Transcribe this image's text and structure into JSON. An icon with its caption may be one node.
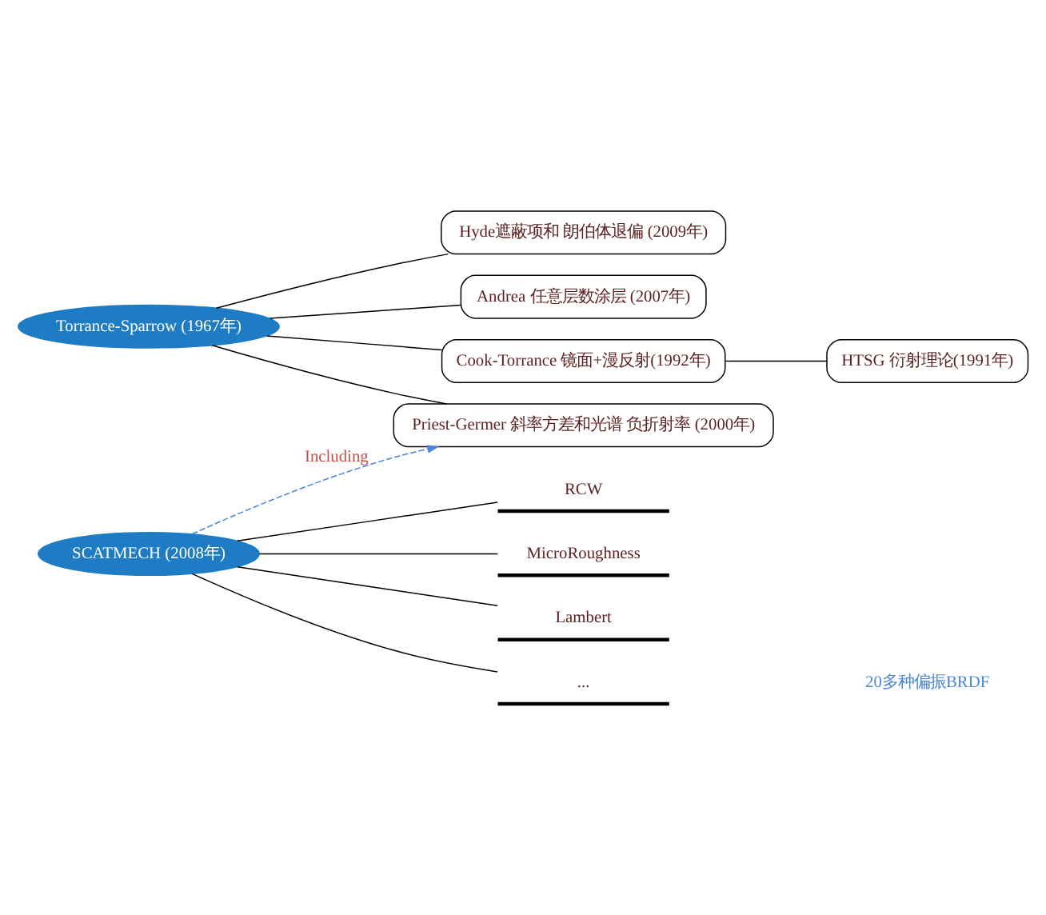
{
  "diagram": {
    "nodes": [
      {
        "text": [
          "Torrance-Sparrow (1967年)"
        ]
      },
      {
        "text": [
          "Hyde遮蔽项和 朗伯体退偏 (2009年)"
        ]
      },
      {
        "text": [
          "Andrea 任意层数涂层 (2007年)"
        ]
      },
      {
        "text": [
          "Cook-Torrance 镜面+漫反射(1992年)"
        ]
      },
      {
        "text": [
          "HTSG 衍射理论(1991年)"
        ]
      },
      {
        "text": [
          "Priest-Germer 斜率方差和光谱 负折射率 (2000年)"
        ]
      },
      {
        "text": [
          "SCATMECH (2008年)"
        ]
      },
      {
        "text": [
          "RCW"
        ]
      },
      {
        "text": [
          "MicroRoughness"
        ]
      },
      {
        "text": [
          "Lambert"
        ]
      },
      {
        "text": [
          "..."
        ]
      }
    ],
    "edges": [
      {
        "from": 0,
        "to": 1,
        "arrow": "none"
      },
      {
        "from": 0,
        "to": 2,
        "arrow": "none"
      },
      {
        "from": 0,
        "to": 3,
        "arrow": "none"
      },
      {
        "from": 0,
        "to": 5,
        "arrow": "none"
      },
      {
        "from": 3,
        "to": 4,
        "arrow": "none"
      },
      {
        "from": 6,
        "to": 5,
        "arrow": "to",
        "label": "Including",
        "style": "dashed",
        "color": "#4a86d8"
      },
      {
        "from": 6,
        "to": 7,
        "arrow": "none"
      },
      {
        "from": 6,
        "to": 8,
        "arrow": "none"
      },
      {
        "from": 6,
        "to": 9,
        "arrow": "none"
      },
      {
        "from": 6,
        "to": 10,
        "arrow": "none"
      }
    ],
    "labels": [
      "20多种偏振BRDF"
    ]
  }
}
